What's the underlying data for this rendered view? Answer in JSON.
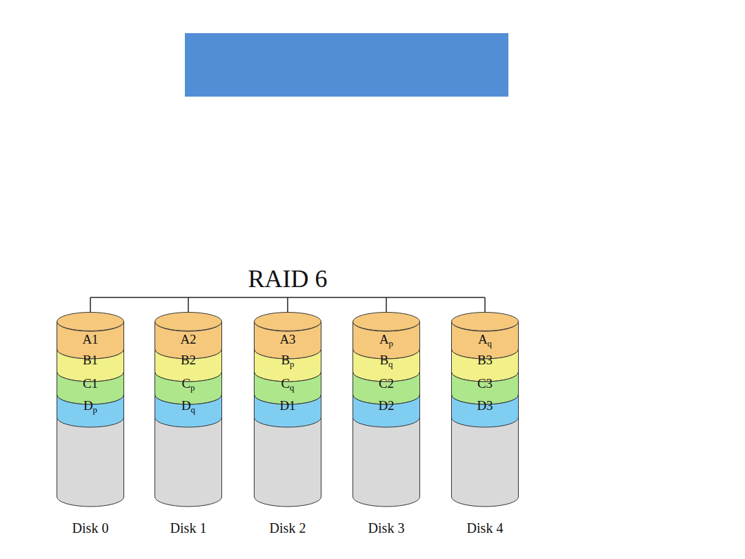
{
  "diagram": {
    "title": "RAID 6",
    "nodes": [
      {
        "text": [
          "Disk 0"
        ]
      },
      {
        "text": [
          "A1"
        ],
        "in": 0
      },
      {
        "text": [
          "B1"
        ],
        "in": 0
      },
      {
        "text": [
          "C1"
        ],
        "in": 0
      },
      {
        "text": [
          "Dp"
        ],
        "in": 0
      },
      {
        "text": [
          "Disk 1"
        ]
      },
      {
        "text": [
          "A2"
        ],
        "in": 5
      },
      {
        "text": [
          "B2"
        ],
        "in": 5
      },
      {
        "text": [
          "Cp"
        ],
        "in": 5
      },
      {
        "text": [
          "Dq"
        ],
        "in": 5
      },
      {
        "text": [
          "Disk 2"
        ]
      },
      {
        "text": [
          "A3"
        ],
        "in": 10
      },
      {
        "text": [
          "Bp"
        ],
        "in": 10
      },
      {
        "text": [
          "Cq"
        ],
        "in": 10
      },
      {
        "text": [
          "D1"
        ],
        "in": 10
      },
      {
        "text": [
          "Disk 3"
        ]
      },
      {
        "text": [
          "Ap"
        ],
        "in": 15
      },
      {
        "text": [
          "Bq"
        ],
        "in": 15
      },
      {
        "text": [
          "C2"
        ],
        "in": 15
      },
      {
        "text": [
          "D2"
        ],
        "in": 15
      },
      {
        "text": [
          "Disk 4"
        ]
      },
      {
        "text": [
          "Aq"
        ],
        "in": 20
      },
      {
        "text": [
          "B3"
        ],
        "in": 20
      },
      {
        "text": [
          "C3"
        ],
        "in": 20
      },
      {
        "text": [
          "D3"
        ],
        "in": 20
      }
    ]
  }
}
